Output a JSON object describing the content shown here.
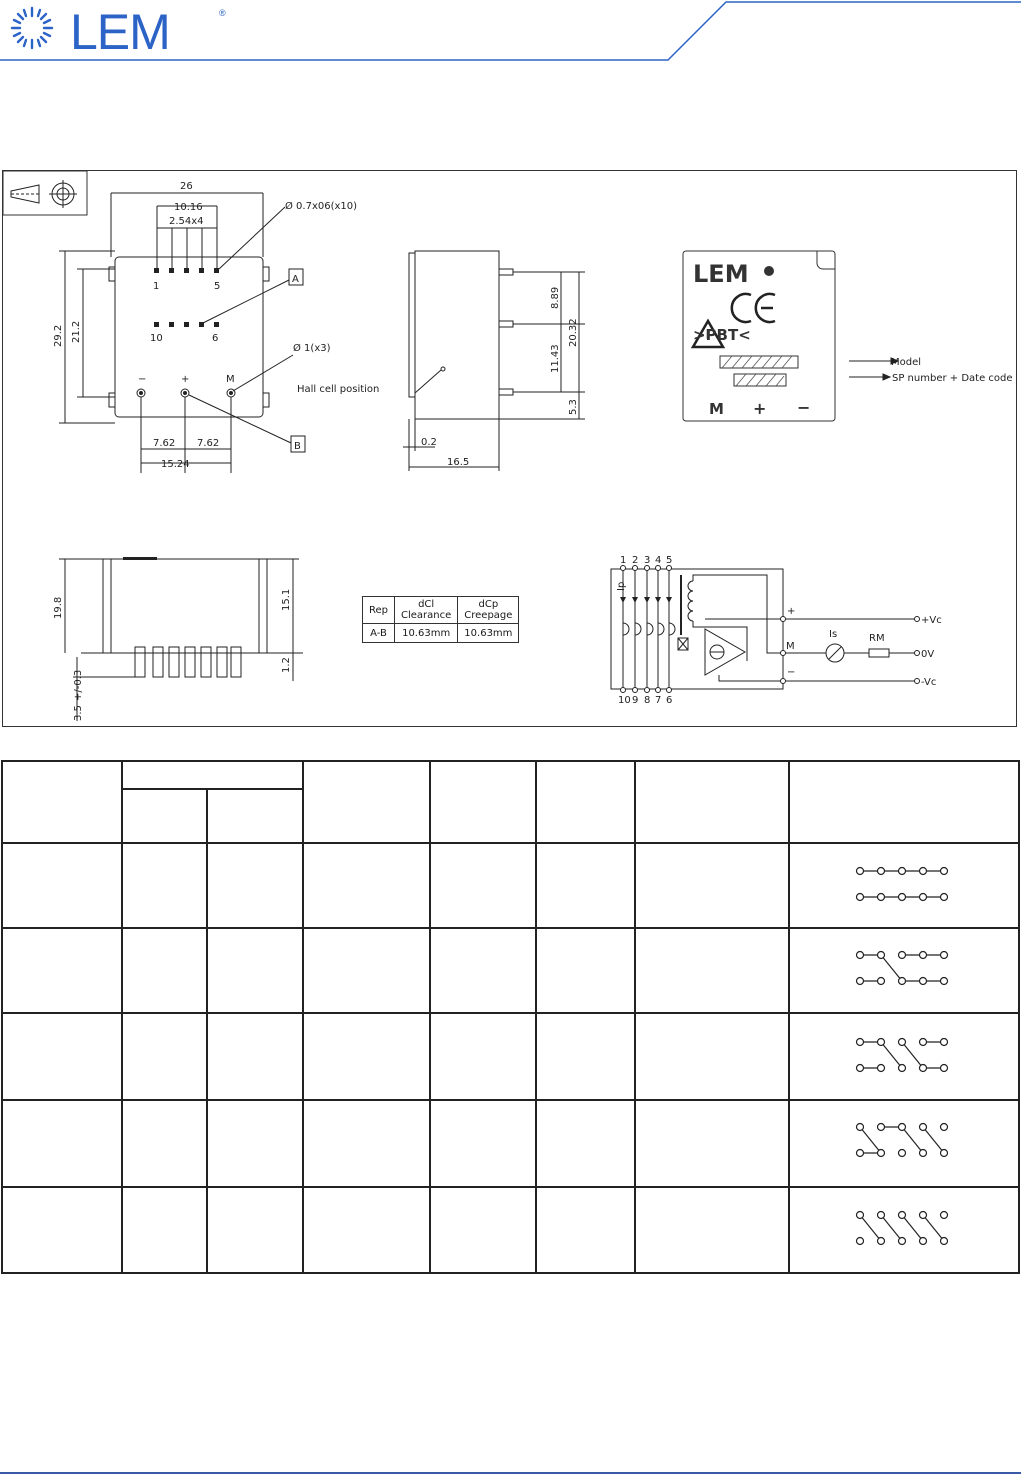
{
  "header": {
    "brand": "LEM",
    "registered_mark": "®",
    "accent_color": "#2b63c6"
  },
  "drawing": {
    "front_view": {
      "dim_width": "26",
      "dim_pin_span": "10.16",
      "dim_pin_pitch": "2.54x4",
      "dim_pin_dia": "Ø 0.7x06(x10)",
      "dim_height": "29.2",
      "dim_inner_height": "21.2",
      "pin_1": "1",
      "pin_5": "5",
      "pin_10": "10",
      "pin_6": "6",
      "marker_a": "A",
      "marker_b": "B",
      "dim_hole_dia": "Ø 1(x3)",
      "sign_minus": "−",
      "sign_plus": "+",
      "sign_m": "M",
      "dim_762_left": "7.62",
      "dim_762_right": "7.62",
      "dim_1524": "15.24"
    },
    "side_view": {
      "hall_label": "Hall cell position",
      "dim_889": "8.89",
      "dim_2032": "20.32",
      "dim_1143": "11.43",
      "dim_53": "5.3",
      "dim_02": "0.2",
      "dim_165": "16.5"
    },
    "label_view": {
      "brand": "LEM",
      "pbt": ">PBT<",
      "sign_m": "M",
      "sign_plus": "+",
      "sign_minus": "−",
      "callout_model": "Model",
      "callout_sp": "SP number + Date code"
    },
    "bottom_view": {
      "dim_198": "19.8",
      "dim_151": "15.1",
      "dim_12": "1.2",
      "dim_35": "3.5",
      "dim_35_tol": "+/-0.3"
    },
    "insulation_table": {
      "header_rep": "Rep",
      "header_dcl": "dCl",
      "header_dcl_sub": "Clearance",
      "header_dcp": "dCp",
      "header_dcp_sub": "Creepage",
      "row_rep": "A-B",
      "row_dcl": "10.63mm",
      "row_dcp": "10.63mm"
    },
    "schematic": {
      "top_pins": [
        "1",
        "2",
        "3",
        "4",
        "5"
      ],
      "bottom_pins": [
        "10",
        "9",
        "8",
        "7",
        "6"
      ],
      "ip_label": "Ip",
      "plus_node": "+",
      "m_node": "M",
      "minus_node": "−",
      "vc_plus": "+Vc",
      "vc_zero": "0V",
      "vc_minus": "-Vc",
      "is_label": "Is",
      "rm_label": "RM"
    }
  },
  "connection_table": {
    "rows": 5,
    "patterns": [
      "parallel",
      "series-2",
      "series-3",
      "series-4",
      "series-5"
    ]
  },
  "footer": {
    "line_color": "#3a5aa8"
  }
}
